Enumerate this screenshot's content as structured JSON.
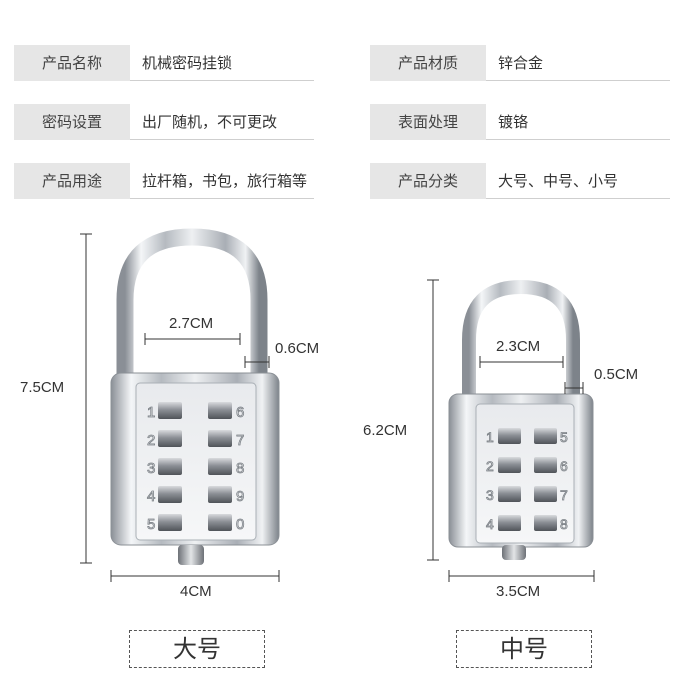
{
  "specs": {
    "left": [
      {
        "label": "产品名称",
        "value": "机械密码挂锁"
      },
      {
        "label": "密码设置",
        "value": "出厂随机，不可更改"
      },
      {
        "label": "产品用途",
        "value": "拉杆箱，书包，旅行箱等"
      }
    ],
    "right": [
      {
        "label": "产品材质",
        "value": "锌合金"
      },
      {
        "label": "表面处理",
        "value": "镀铬"
      },
      {
        "label": "产品分类",
        "value": "大号、中号、小号"
      }
    ]
  },
  "large_lock": {
    "height": "7.5CM",
    "width": "4CM",
    "shackle_inner": "2.7CM",
    "shackle_diameter": "0.6CM",
    "caption": "大号",
    "digits": [
      "1",
      "2",
      "3",
      "4",
      "5",
      "6",
      "7",
      "8",
      "9",
      "0"
    ]
  },
  "medium_lock": {
    "height": "6.2CM",
    "width": "3.5CM",
    "shackle_inner": "2.3CM",
    "shackle_diameter": "0.5CM",
    "caption": "中号",
    "digits": [
      "1",
      "2",
      "3",
      "4",
      "5",
      "6",
      "7",
      "8"
    ]
  }
}
